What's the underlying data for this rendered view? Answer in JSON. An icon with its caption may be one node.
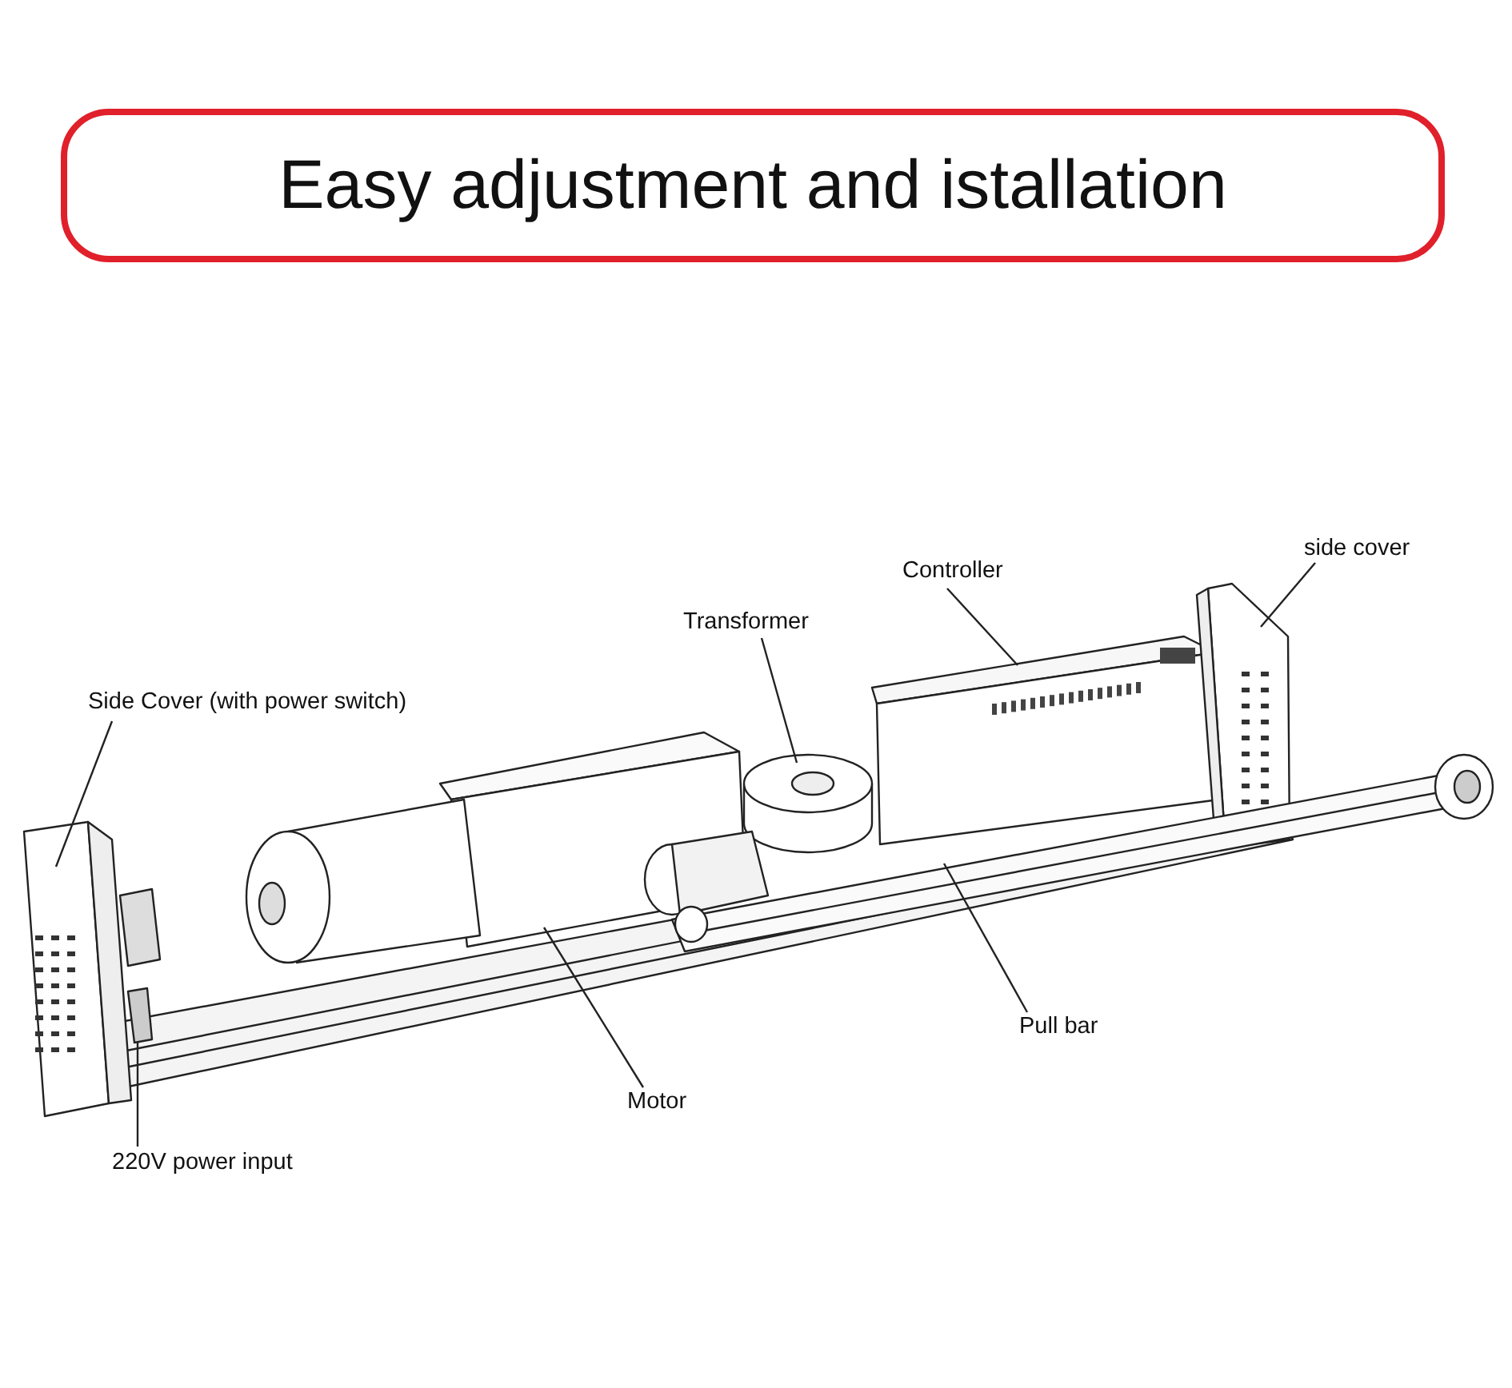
{
  "diagram": {
    "title": "Easy adjustment and istallation",
    "nodes": [
      {
        "text": [
          "Side Cover (with power switch)"
        ]
      },
      {
        "text": [
          "Transformer"
        ]
      },
      {
        "text": [
          "Controller"
        ]
      },
      {
        "text": [
          "side cover"
        ]
      },
      {
        "text": [
          "Pull bar"
        ]
      },
      {
        "text": [
          "Motor"
        ]
      },
      {
        "text": [
          "220V power input"
        ]
      }
    ],
    "edges": [
      {
        "from": 0,
        "to": null,
        "arrow": "none"
      },
      {
        "from": 1,
        "to": null,
        "arrow": "none"
      },
      {
        "from": 2,
        "to": null,
        "arrow": "none"
      },
      {
        "from": 3,
        "to": null,
        "arrow": "none"
      },
      {
        "from": 4,
        "to": null,
        "arrow": "none"
      },
      {
        "from": 5,
        "to": null,
        "arrow": "none"
      },
      {
        "from": 6,
        "to": null,
        "arrow": "none"
      }
    ]
  }
}
